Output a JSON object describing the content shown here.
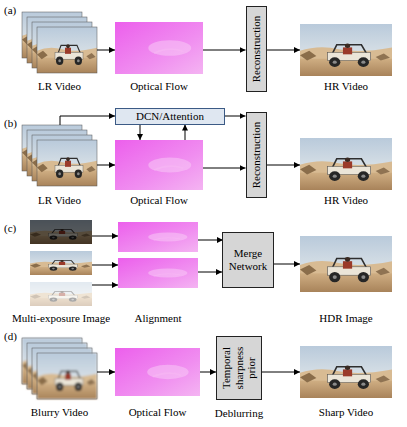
{
  "diagram": {
    "nodes": [
      {
        "text": [
          "LR Video"
        ]
      },
      {
        "text": [
          "Optical Flow"
        ]
      },
      {
        "text": [
          "Reconstruction"
        ]
      },
      {
        "text": [
          "HR Video"
        ]
      },
      {
        "text": [
          "LR Video"
        ]
      },
      {
        "text": [
          "DCN/Attention"
        ]
      },
      {
        "text": [
          "Optical Flow"
        ]
      },
      {
        "text": [
          "Reconstruction"
        ]
      },
      {
        "text": [
          "HR Video"
        ]
      },
      {
        "text": [
          "Multi-exposure Image"
        ]
      },
      {
        "text": [
          "Alignment"
        ]
      },
      {
        "text": [
          "Merge Network"
        ]
      },
      {
        "text": [
          "HDR Image"
        ]
      },
      {
        "text": [
          "Blurry Video"
        ]
      },
      {
        "text": [
          "Optical Flow"
        ]
      },
      {
        "text": [
          "Temporal sharpness prior",
          "Deblurring"
        ]
      },
      {
        "text": [
          "Sharp Video"
        ]
      }
    ],
    "edges": [
      {
        "from": 0,
        "to": 1,
        "arrow": "to"
      },
      {
        "from": 1,
        "to": 2,
        "arrow": "to"
      },
      {
        "from": 2,
        "to": 3,
        "arrow": "to"
      },
      {
        "from": 4,
        "to": 5,
        "arrow": "to"
      },
      {
        "from": 4,
        "to": 6,
        "arrow": "to"
      },
      {
        "from": 5,
        "to": 6,
        "arrow": "to"
      },
      {
        "from": 6,
        "to": 5,
        "arrow": "to"
      },
      {
        "from": 5,
        "to": 7,
        "arrow": "to"
      },
      {
        "from": 6,
        "to": 7,
        "arrow": "to"
      },
      {
        "from": 7,
        "to": 8,
        "arrow": "to"
      },
      {
        "from": 9,
        "to": 10,
        "arrow": "to"
      },
      {
        "from": 10,
        "to": 11,
        "arrow": "to"
      },
      {
        "from": 11,
        "to": 12,
        "arrow": "to"
      },
      {
        "from": 13,
        "to": 14,
        "arrow": "to"
      },
      {
        "from": 14,
        "to": 15,
        "arrow": "to"
      },
      {
        "from": 15,
        "to": 16,
        "arrow": "to"
      }
    ],
    "labels": [
      "(a)",
      "(b)",
      "(c)",
      "(d)"
    ]
  }
}
